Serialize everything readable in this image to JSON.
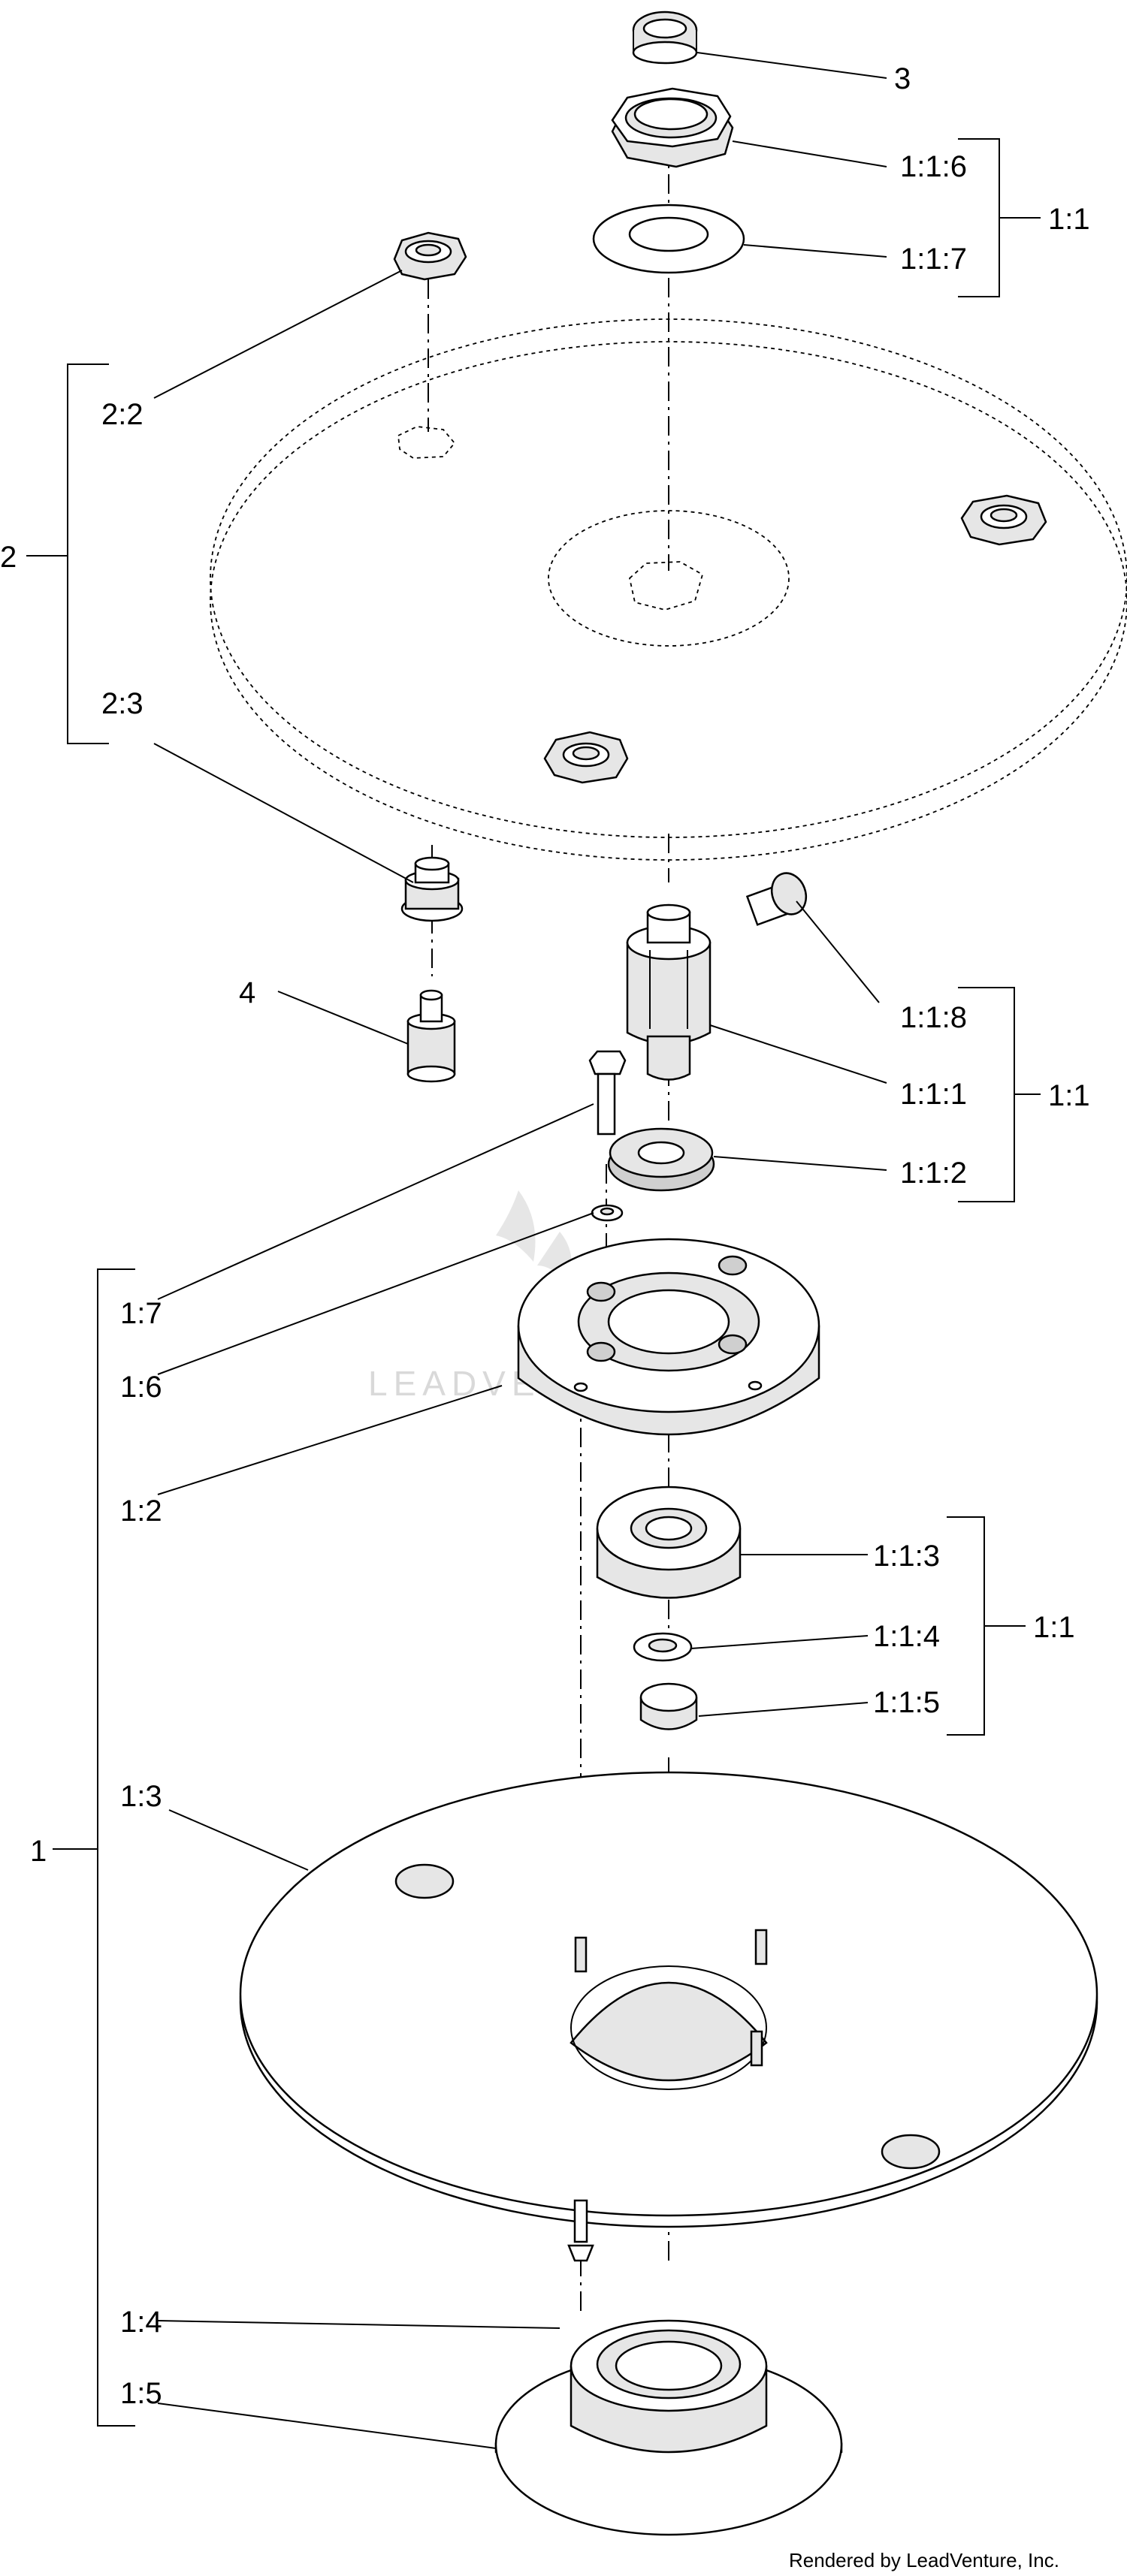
{
  "labels": {
    "l_3": "3",
    "l_116": "1:1:6",
    "l_117": "1:1:7",
    "l_11_top": "1:1",
    "l_22": "2:2",
    "l_2": "2",
    "l_23": "2:3",
    "l_4": "4",
    "l_118": "1:1:8",
    "l_111": "1:1:1",
    "l_11_mid": "1:1",
    "l_112": "1:1:2",
    "l_17": "1:7",
    "l_16": "1:6",
    "l_12": "1:2",
    "l_113": "1:1:3",
    "l_11_low": "1:1",
    "l_114": "1:1:4",
    "l_115": "1:1:5",
    "l_13": "1:3",
    "l_1": "1",
    "l_14": "1:4",
    "l_15": "1:5"
  },
  "watermark": "LEADVENTURE",
  "credit": "Rendered by LeadVenture, Inc."
}
